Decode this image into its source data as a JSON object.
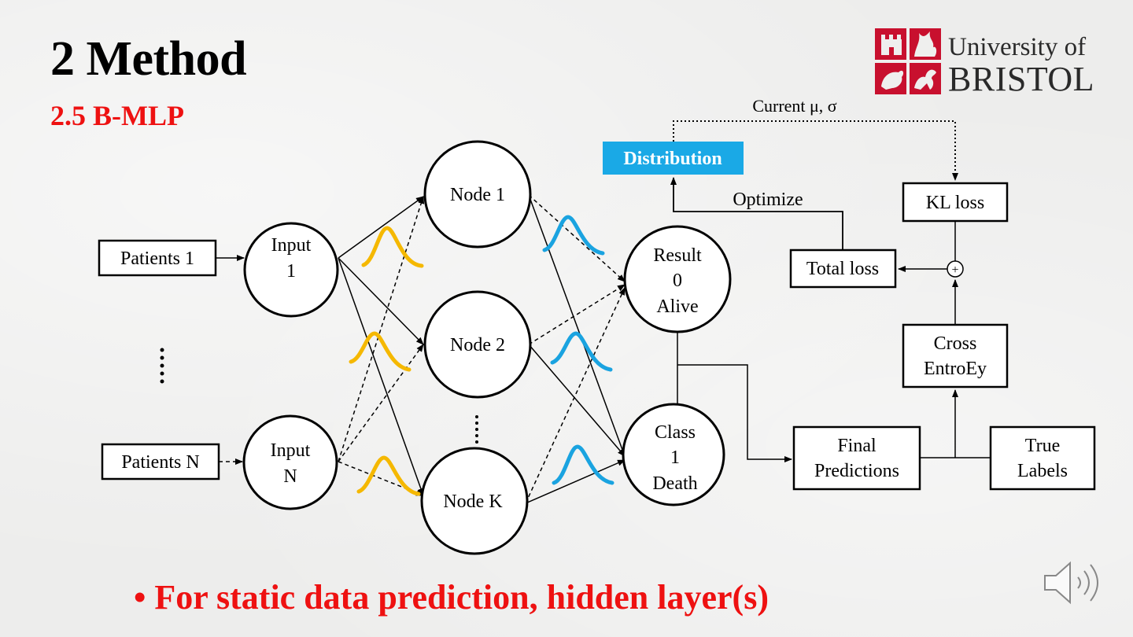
{
  "slide": {
    "title": "2 Method",
    "subtitle": "2.5 B-MLP",
    "bullet_text": "For static data prediction, hidden layer(s)"
  },
  "logo": {
    "line1": "University of",
    "line2": "BRISTOL",
    "brand_color": "#c8102e"
  },
  "diagram": {
    "patients": [
      "Patients 1",
      "Patients N"
    ],
    "inputs": [
      {
        "line1": "Input",
        "line2": "1"
      },
      {
        "line1": "Input",
        "line2": "N"
      }
    ],
    "hidden_nodes": [
      "Node 1",
      "Node 2",
      "Node K"
    ],
    "outputs": [
      {
        "line1": "Result",
        "line2": "0",
        "line3": "Alive"
      },
      {
        "line1": "Class",
        "line2": "1",
        "line3": "Death"
      }
    ],
    "distribution_label": "Distribution",
    "optimize_label": "Optimize",
    "current_label": "Current μ, σ",
    "kl_loss_label": "KL loss",
    "total_loss_label": "Total loss",
    "plus_symbol": "+",
    "cross_entropy": {
      "line1": "Cross",
      "line2": "EntroEy"
    },
    "final_predictions": {
      "line1": "Final",
      "line2": "Predictions"
    },
    "true_labels": {
      "line1": "True",
      "line2": "Labels"
    }
  },
  "colors": {
    "input_gaussian": "#f5b800",
    "output_gaussian": "#1aa3e0",
    "distribution_bg": "#1aa9e6",
    "accent_red": "#ee1111"
  },
  "icons": {
    "speaker": "speaker-icon",
    "ellipsis": "vertical-dots-icon"
  }
}
